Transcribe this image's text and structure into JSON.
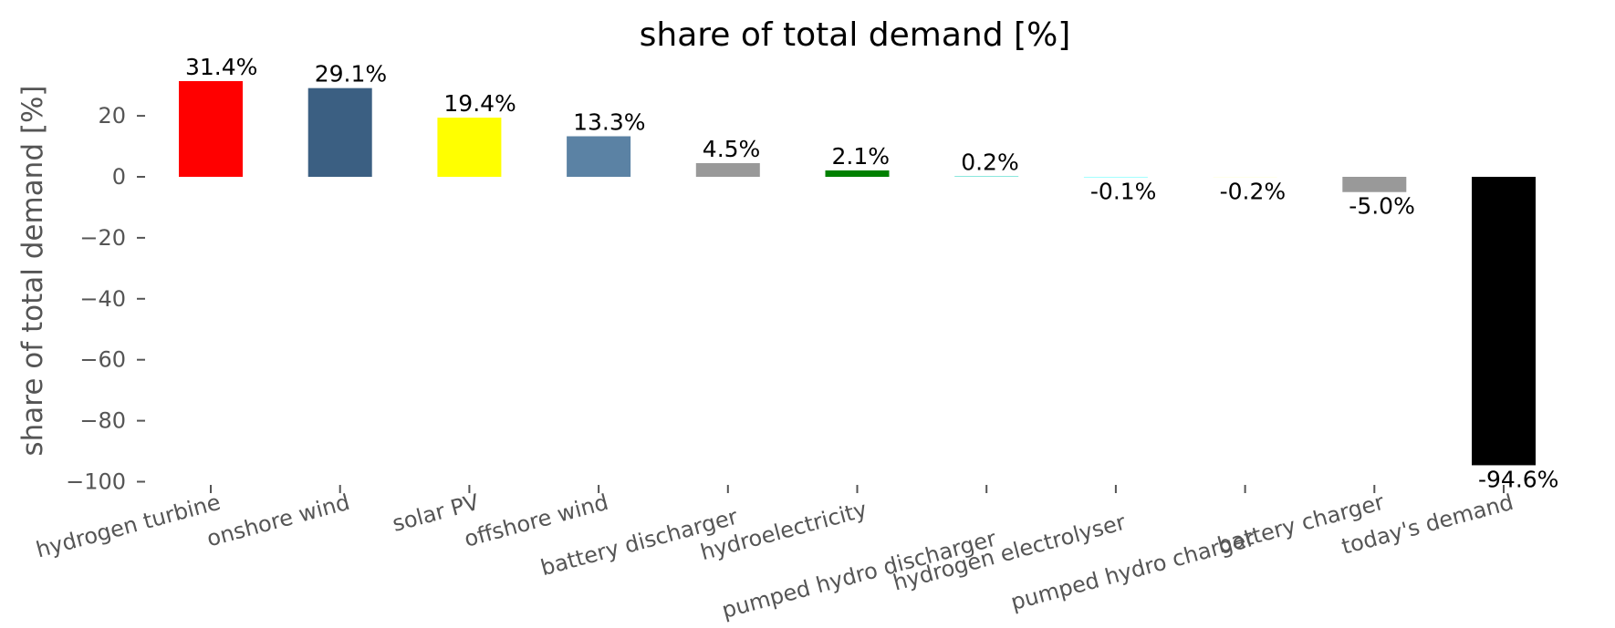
{
  "chart_data": {
    "type": "bar",
    "title": "share of total demand [%]",
    "ylabel": "share of total demand [%]",
    "xlabel": "",
    "ylim": [
      -100,
      35
    ],
    "yticks": [
      20,
      0,
      -20,
      -40,
      -60,
      -80,
      -100
    ],
    "ytick_labels": [
      "20",
      "0",
      "−20",
      "−40",
      "−60",
      "−80",
      "−100"
    ],
    "grid": false,
    "categories": [
      "hydrogen turbine",
      "onshore wind",
      "solar PV",
      "offshore wind",
      "battery discharger",
      "hydroelectricity",
      "pumped hydro discharger",
      "hydrogen electrolyser",
      "pumped hydro charger",
      "battery charger",
      "today's demand"
    ],
    "values": [
      31.4,
      29.1,
      19.4,
      13.3,
      4.5,
      2.1,
      0.2,
      -0.1,
      -0.2,
      -5.0,
      -94.6
    ],
    "data_labels": [
      "31.4%",
      "29.1%",
      "19.4%",
      "13.3%",
      "4.5%",
      "2.1%",
      "0.2%",
      "-0.1%",
      "-0.2%",
      "-5.0%",
      "-94.6%"
    ],
    "colors": [
      "#ff0000",
      "#3b5f82",
      "#ffff00",
      "#5b82a4",
      "#999999",
      "#008000",
      "#51dbcc",
      "#66ffff",
      "#ffffe0",
      "#999999",
      "#000000"
    ]
  }
}
